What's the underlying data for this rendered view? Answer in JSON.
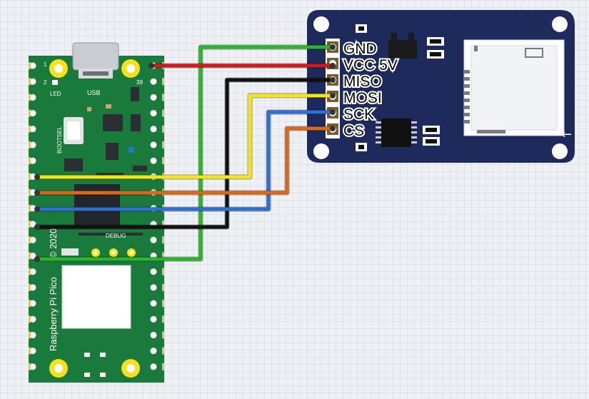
{
  "pico": {
    "board_label": "Raspberry Pi Pico",
    "copyright_label": "© 2020",
    "usb_label": "USB",
    "led_label": "LED",
    "bootsel_label": "BOOTSEL",
    "debug_label": "DEBUG",
    "pin1_label": "1",
    "pin2_label": "2",
    "pin39_label": "39",
    "board_color": "#1a7a3c"
  },
  "sd_module": {
    "board_color": "#1e2a5c",
    "pins": [
      {
        "label": "GND"
      },
      {
        "label": "VCC 5V"
      },
      {
        "label": "MISO"
      },
      {
        "label": "MOSI"
      },
      {
        "label": "SCK"
      },
      {
        "label": "CS"
      }
    ]
  },
  "wires": [
    {
      "name": "gnd-wire",
      "color": "#2ab52a"
    },
    {
      "name": "vcc-wire",
      "color": "#d11a1a"
    },
    {
      "name": "miso-wire",
      "color": "#111111"
    },
    {
      "name": "mosi-wire",
      "color": "#f2e51c"
    },
    {
      "name": "sck-wire",
      "color": "#2f6fd1"
    },
    {
      "name": "cs-wire",
      "color": "#d8691c"
    }
  ]
}
